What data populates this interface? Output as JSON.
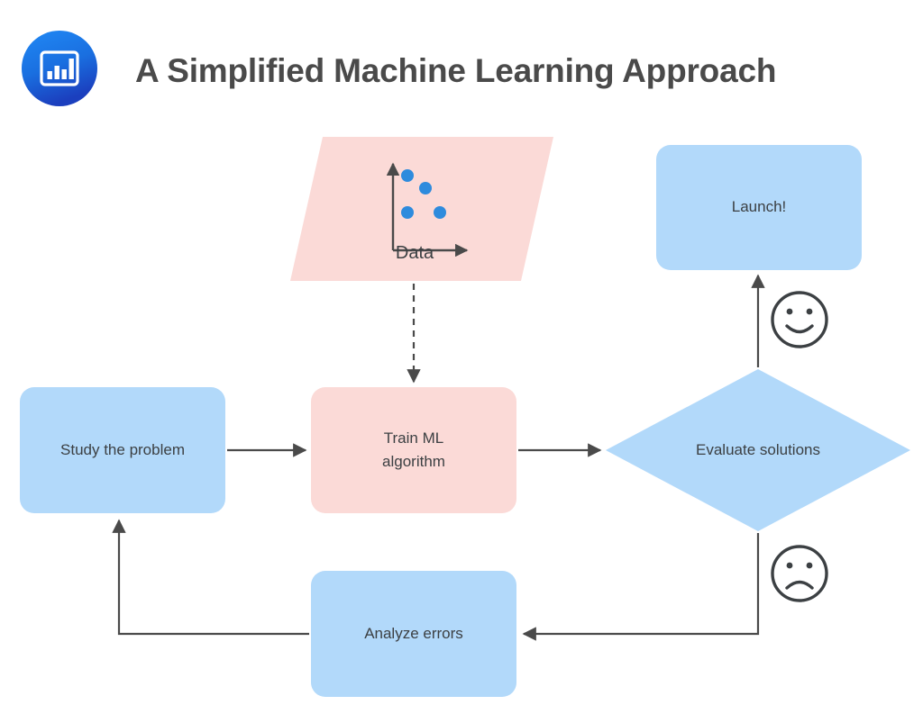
{
  "header": {
    "logo_icon": "bar-chart-logo-icon",
    "title": "A Simplified Machine Learning Approach",
    "logo_colors": {
      "gradient_start": "#1f7df0",
      "gradient_end": "#1b46c2"
    }
  },
  "colors": {
    "light_blue": "#b2d9fa",
    "pink": "#fbdad7",
    "line": "#4a4a4a",
    "text": "#3c4043",
    "dot_blue": "#2e8bdd",
    "background": "#ffffff"
  },
  "diagram": {
    "type": "flowchart",
    "nodes": [
      {
        "id": "data",
        "label": "Data",
        "shape": "parallelogram",
        "fill": "#fbdad7"
      },
      {
        "id": "study",
        "label": "Study the problem",
        "shape": "rounded-rect",
        "fill": "#b2d9fa"
      },
      {
        "id": "train",
        "label": "Train ML algorithm",
        "shape": "rounded-rect",
        "fill": "#fbdad7"
      },
      {
        "id": "evaluate",
        "label": "Evaluate solutions",
        "shape": "diamond",
        "fill": "#b2d9fa"
      },
      {
        "id": "launch",
        "label": "Launch!",
        "shape": "rounded-rect",
        "fill": "#b2d9fa"
      },
      {
        "id": "analyze",
        "label": "Analyze errors",
        "shape": "rounded-rect",
        "fill": "#b2d9fa"
      }
    ],
    "node_labels": {
      "data": "Data",
      "study": "Study the problem",
      "train_line1": "Train ML",
      "train_line2": "algorithm",
      "evaluate": "Evaluate solutions",
      "launch": "Launch!",
      "analyze": "Analyze errors"
    },
    "edges": [
      {
        "from": "data",
        "to": "train",
        "style": "dashed",
        "label": ""
      },
      {
        "from": "study",
        "to": "train",
        "style": "solid",
        "label": ""
      },
      {
        "from": "train",
        "to": "evaluate",
        "style": "solid",
        "label": ""
      },
      {
        "from": "evaluate",
        "to": "launch",
        "style": "solid",
        "label": "happy"
      },
      {
        "from": "evaluate",
        "to": "analyze",
        "style": "solid",
        "label": "sad"
      },
      {
        "from": "analyze",
        "to": "study",
        "style": "solid",
        "label": ""
      }
    ],
    "annotations": [
      {
        "id": "happy-face",
        "icon": "smiley-face-icon",
        "meaning": "good result"
      },
      {
        "id": "sad-face",
        "icon": "sad-face-icon",
        "meaning": "bad result"
      }
    ]
  },
  "chart_data": {
    "type": "scatter",
    "title": "Data",
    "xlabel": "",
    "ylabel": "",
    "points": [
      {
        "x": 0.22,
        "y": 0.78
      },
      {
        "x": 0.4,
        "y": 0.63
      },
      {
        "x": 0.22,
        "y": 0.36
      },
      {
        "x": 0.56,
        "y": 0.35
      }
    ],
    "xlim": [
      0,
      1
    ],
    "ylim": [
      0,
      1
    ],
    "grid": false,
    "legend": null,
    "marker_color": "#2e8bdd"
  }
}
